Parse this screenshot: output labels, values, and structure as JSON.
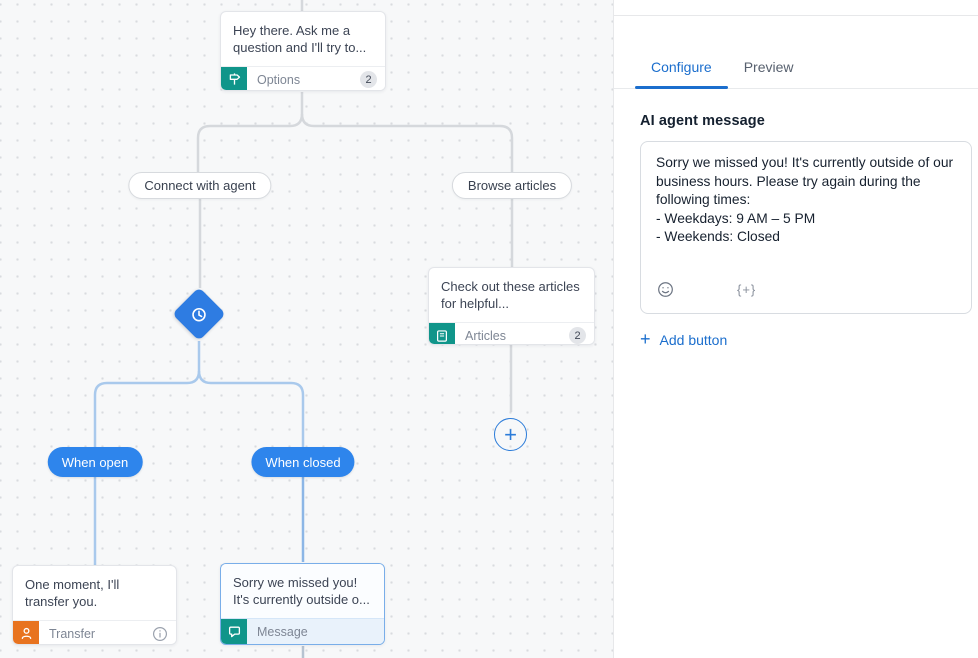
{
  "canvas": {
    "options_node": {
      "text": "Hey there. Ask me a question and I'll try to...",
      "type_label": "Options",
      "badge": "2"
    },
    "connect_pill_label": "Connect with agent",
    "browse_pill_label": "Browse articles",
    "articles_node": {
      "text": "Check out these articles for helpful...",
      "type_label": "Articles",
      "badge": "2"
    },
    "branch_open_label": "When open",
    "branch_closed_label": "When closed",
    "transfer_node": {
      "text": "One moment, I'll transfer you.",
      "type_label": "Transfer"
    },
    "message_node": {
      "text": "Sorry we missed you! It's currently outside o...",
      "type_label": "Message"
    },
    "add_node_glyph": "+"
  },
  "panel": {
    "tabs": [
      {
        "label": "Configure",
        "active": true
      },
      {
        "label": "Preview",
        "active": false
      }
    ],
    "heading": "AI agent message",
    "message_value": "Sorry we missed you! It's currently outside of our business hours. Please try again during the following times:\n- Weekdays: 9 AM – 5 PM\n- Weekends: Closed",
    "variable_token": "{+}",
    "add_button_plus": "+",
    "add_button_label": "Add button"
  },
  "colors": {
    "teal_icon_bg": "#10958a",
    "orange_icon_bg": "#e8731f",
    "branch_pill_blue": "#2e85ec",
    "diamond_blue": "#2e7ce2",
    "link_blue": "#1b6ecd",
    "selected_border_blue": "#79aee9",
    "connector_gray": "#d5d8dc",
    "connector_blue": "#a9c9ec",
    "canvas_bg": "#f7f8f9"
  }
}
